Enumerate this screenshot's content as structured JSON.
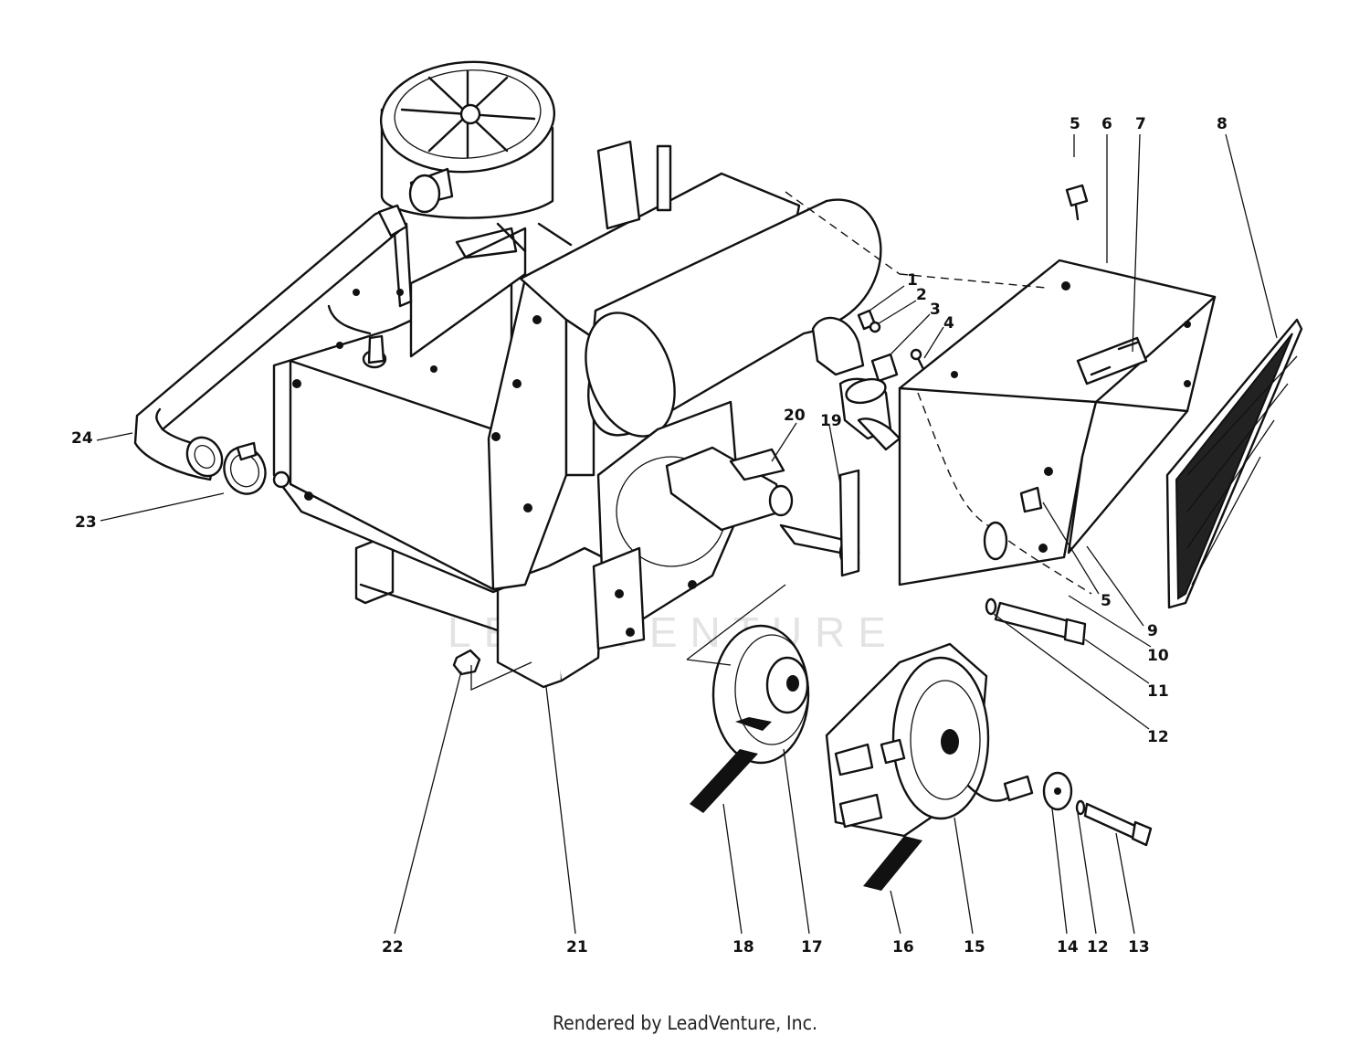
{
  "watermark": "LEADVENTURE",
  "footer": "Rendered by LeadVenture, Inc.",
  "callouts": [
    {
      "id": "1",
      "label": "1"
    },
    {
      "id": "2",
      "label": "2"
    },
    {
      "id": "3",
      "label": "3"
    },
    {
      "id": "4",
      "label": "4"
    },
    {
      "id": "5a",
      "label": "5"
    },
    {
      "id": "5b",
      "label": "5"
    },
    {
      "id": "6",
      "label": "6"
    },
    {
      "id": "7",
      "label": "7"
    },
    {
      "id": "8",
      "label": "8"
    },
    {
      "id": "9",
      "label": "9"
    },
    {
      "id": "10",
      "label": "10"
    },
    {
      "id": "11",
      "label": "11"
    },
    {
      "id": "12a",
      "label": "12"
    },
    {
      "id": "12b",
      "label": "12"
    },
    {
      "id": "13",
      "label": "13"
    },
    {
      "id": "14",
      "label": "14"
    },
    {
      "id": "15",
      "label": "15"
    },
    {
      "id": "16",
      "label": "16"
    },
    {
      "id": "17",
      "label": "17"
    },
    {
      "id": "18",
      "label": "18"
    },
    {
      "id": "19",
      "label": "19"
    },
    {
      "id": "20",
      "label": "20"
    },
    {
      "id": "21",
      "label": "21"
    },
    {
      "id": "22",
      "label": "22"
    },
    {
      "id": "23",
      "label": "23"
    },
    {
      "id": "24",
      "label": "24"
    }
  ]
}
